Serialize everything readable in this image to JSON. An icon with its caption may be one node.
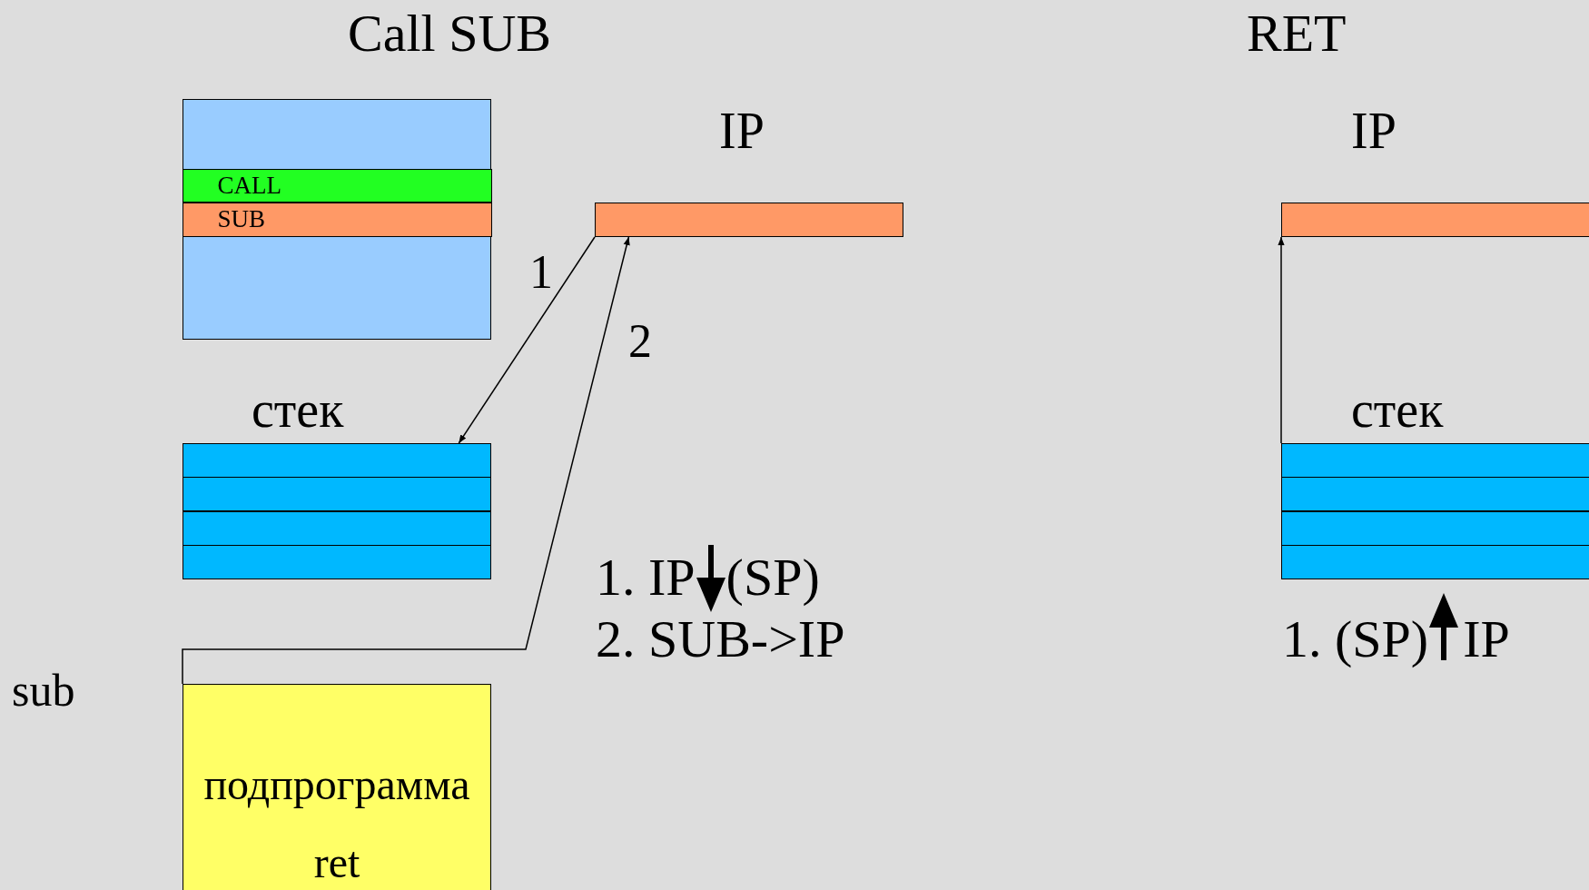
{
  "diagram": {
    "nodes": [
      {
        "text": [],
        "shape": "box"
      },
      {
        "text": [
          "CALL"
        ],
        "in": 0
      },
      {
        "text": [
          "SUB"
        ],
        "in": 0
      },
      {
        "text": [
          "IP"
        ]
      },
      {
        "text": [
          "стек"
        ]
      },
      {
        "text": [
          "подпрограмма",
          "ret"
        ],
        "beside": [
          "sub"
        ]
      },
      {
        "text": [
          "IP"
        ]
      },
      {
        "text": [
          "стек"
        ]
      }
    ],
    "edges": [
      {
        "from": 3,
        "to": 4,
        "arrow": "to",
        "label": "1"
      },
      {
        "from": 5,
        "to": 3,
        "arrow": "to",
        "label": "2"
      },
      {
        "from": 7,
        "to": 6,
        "arrow": "to"
      }
    ],
    "labels": [
      "Call SUB",
      "RET",
      "1. IP",
      "(SP)",
      "2. SUB->IP",
      "1. (SP)",
      "IP"
    ]
  }
}
